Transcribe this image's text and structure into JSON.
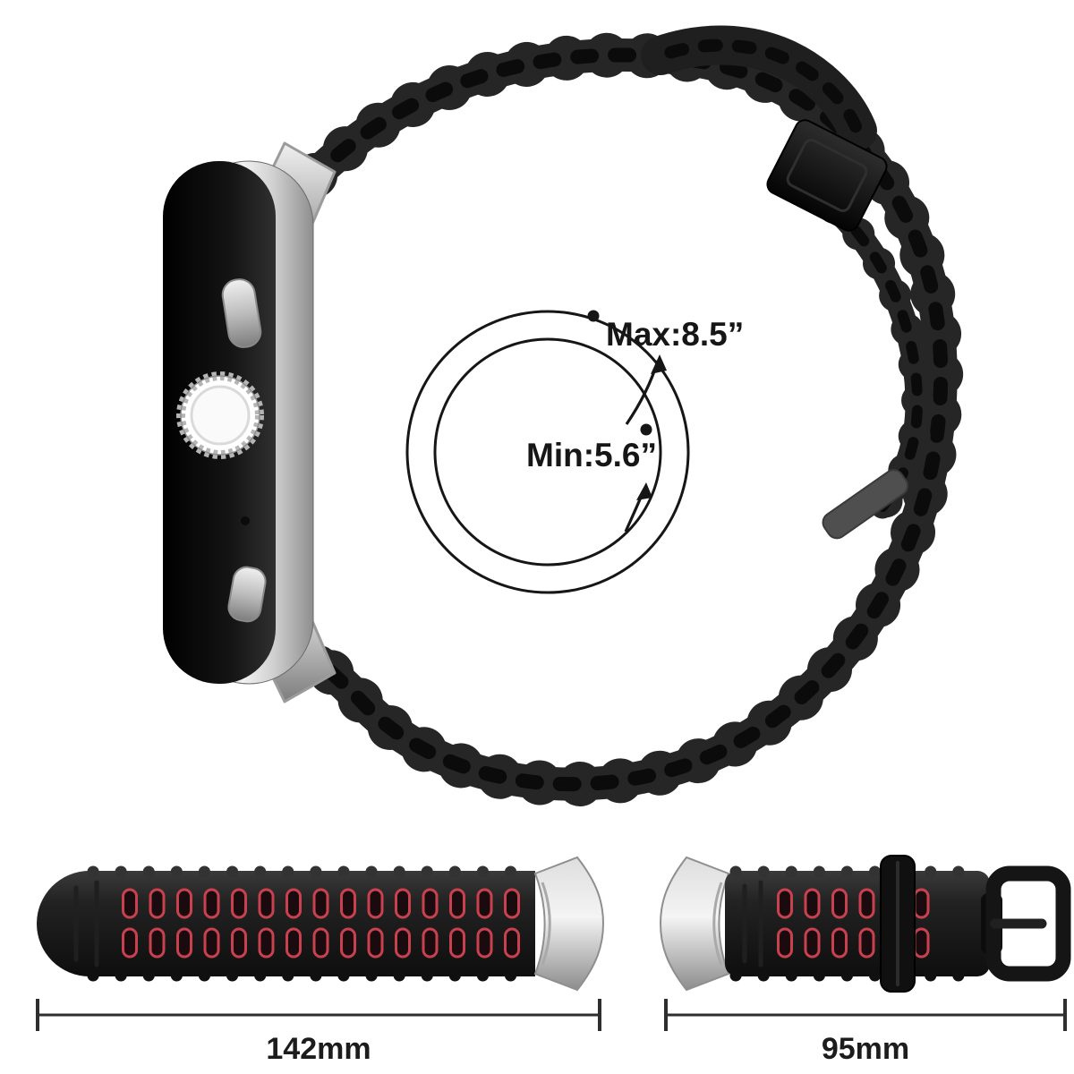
{
  "annotations": {
    "max_label": "Max:8.5”",
    "min_label": "Min:5.6”"
  },
  "measurements": {
    "long_strap_label": "142mm",
    "short_strap_label": "95mm"
  },
  "colors": {
    "background": "#ffffff",
    "band_black": "#262626",
    "slot_red": "#c9414f",
    "metal_silver": "#d9d9d9",
    "annotation_ink": "#161616"
  }
}
